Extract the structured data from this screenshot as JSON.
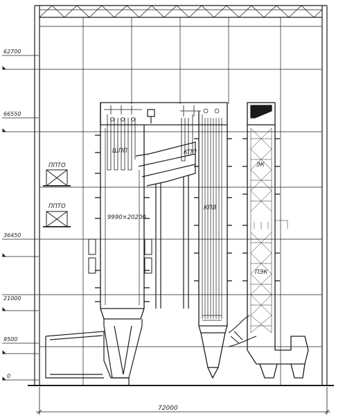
{
  "levels": [
    {
      "label": "62700"
    },
    {
      "label": "66550"
    },
    {
      "label": "36450"
    },
    {
      "label": "21000"
    },
    {
      "label": "9500"
    },
    {
      "label": "0"
    }
  ],
  "labels": {
    "shpp": "ШПП",
    "kpp": "КПП",
    "kpv": "КПВ",
    "ek": "ЭК",
    "pek": "ПЭК",
    "ppto_1": "ППТО",
    "ppto_2": "ППТО",
    "furnace_dims": "9990×20200",
    "total_width": "72000"
  },
  "colors": {
    "ink": "#1a1a1a",
    "paper": "#ffffff"
  }
}
